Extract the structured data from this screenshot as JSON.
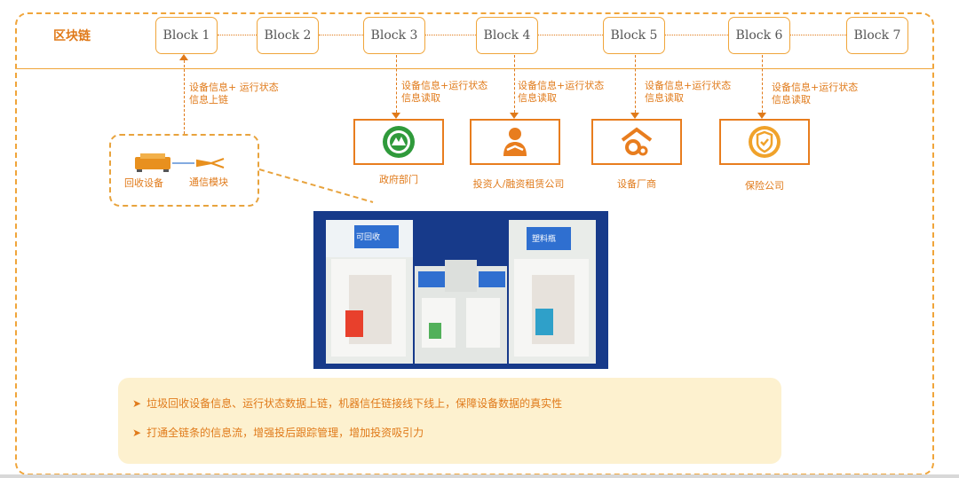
{
  "header": {
    "title": "区块链"
  },
  "blocks": [
    "Block 1",
    "Block 2",
    "Block 3",
    "Block 4",
    "Block 5",
    "Block 6",
    "Block 7"
  ],
  "annotations": {
    "upload": [
      "设备信息+ 运行状态",
      "信息上链"
    ],
    "read": [
      "设备信息+运行状态",
      "信息读取"
    ]
  },
  "devices": {
    "recycler_label": "回收设备",
    "comm_label": "通信模块"
  },
  "parties": [
    {
      "label": "政府部门",
      "icon": "gov-seal-icon"
    },
    {
      "label": "投资人/融资租赁公司",
      "icon": "investor-icon"
    },
    {
      "label": "设备厂商",
      "icon": "factory-gear-icon"
    },
    {
      "label": "保险公司",
      "icon": "shield-icon"
    }
  ],
  "photo_texts": {
    "left_screen": "可回收",
    "right_screen": "塑料瓶"
  },
  "bullets": [
    "垃圾回收设备信息、运行状态数据上链，机器信任链接线下线上，保障设备数据的真实性",
    "打通全链条的信息流，增强投后跟踪管理，增加投资吸引力"
  ],
  "colors": {
    "accent": "#e07a1a",
    "border": "#f0a53a",
    "panel": "#fdf1cf",
    "photo_bg": "#173a8a"
  }
}
